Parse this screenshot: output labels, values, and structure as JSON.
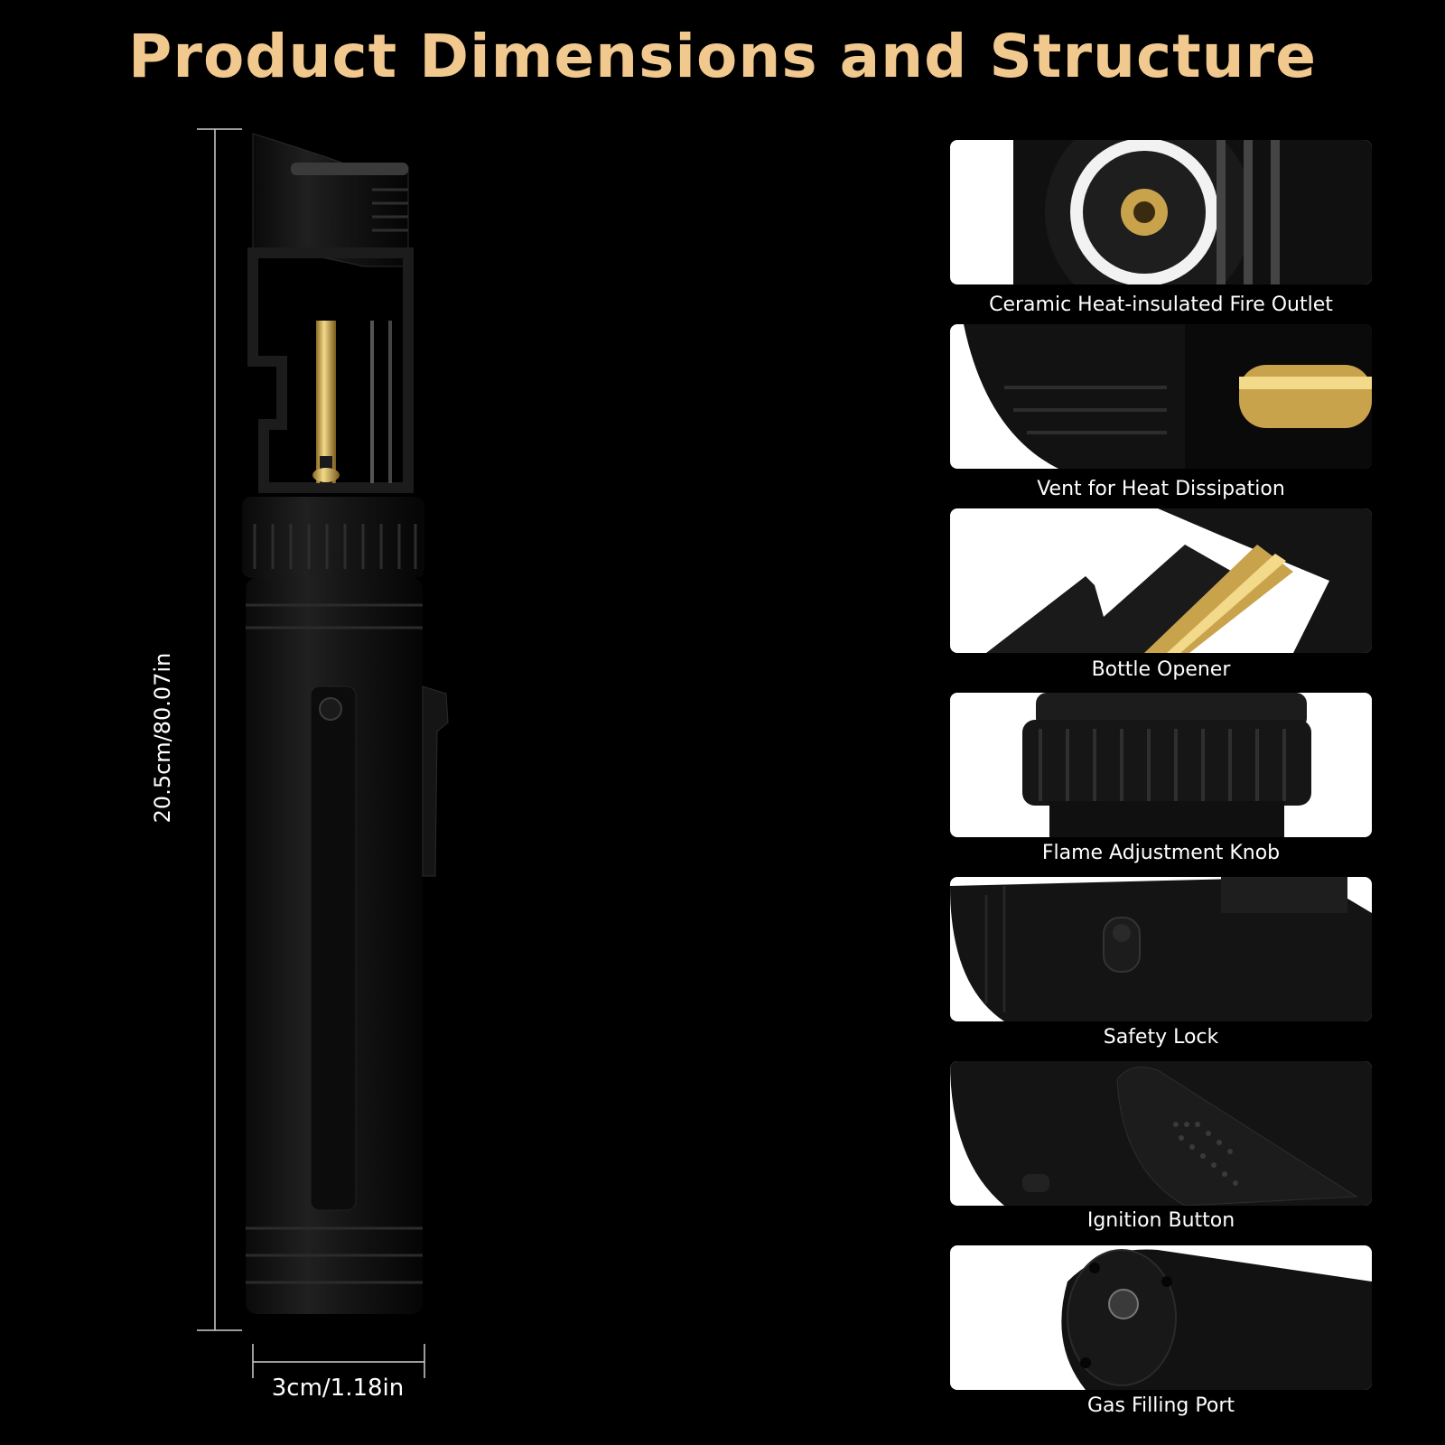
{
  "title": "Product Dimensions and Structure",
  "dimensions": {
    "height_label": "20.5cm/80.07in",
    "width_label": "3cm/1.18in"
  },
  "product": {
    "lock_icon": "lock-icon"
  },
  "features": [
    {
      "label": "Ceramic Heat-insulated Fire Outlet",
      "icon": "fire-outlet-closeup"
    },
    {
      "label": "Vent for Heat Dissipation",
      "icon": "vent-closeup"
    },
    {
      "label": "Bottle Opener",
      "icon": "bottle-opener-closeup"
    },
    {
      "label": "Flame Adjustment Knob",
      "icon": "knob-closeup"
    },
    {
      "label": "Safety Lock",
      "icon": "safety-lock-closeup"
    },
    {
      "label": "Ignition Button",
      "icon": "ignition-closeup"
    },
    {
      "label": "Gas Filling Port",
      "icon": "filling-port-closeup"
    }
  ],
  "colors": {
    "title": "#f1c98e",
    "background": "#000000",
    "brass": "#c9a24c"
  }
}
